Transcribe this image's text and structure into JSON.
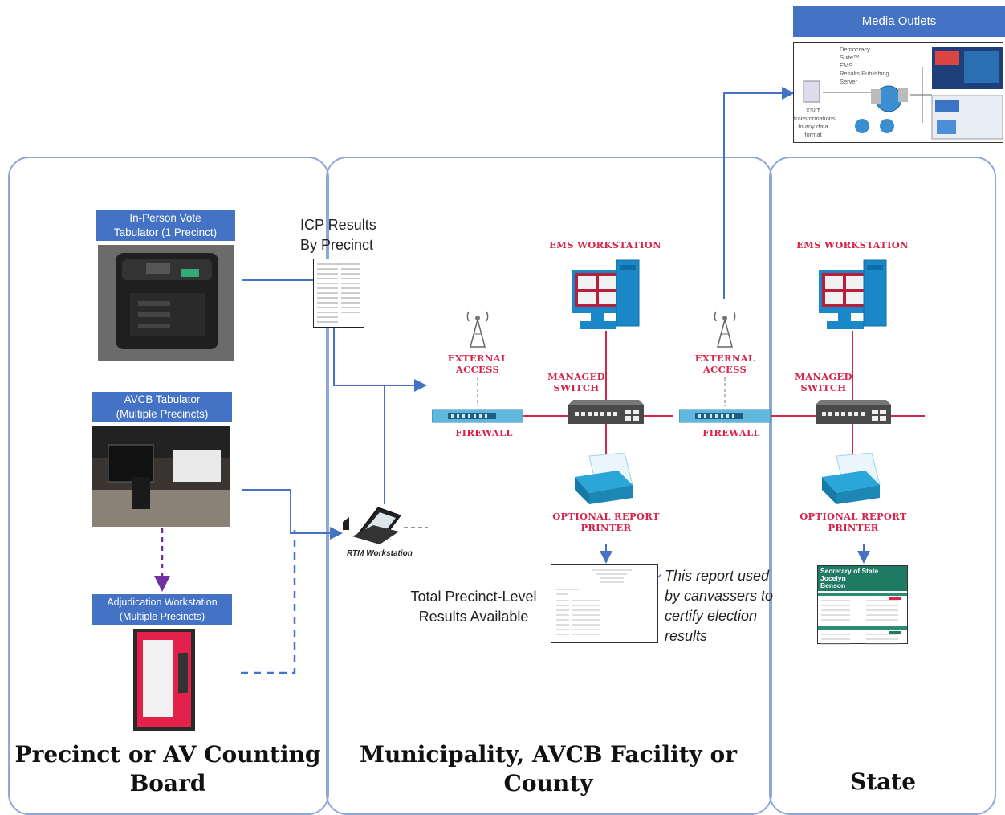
{
  "media": {
    "title": "Media Outlets",
    "diagram_text": "Democracy\nSuite™\nEMS\nResults Publishing\nServer",
    "xslt_text": "XSLT\ntransformations\nto any data\nformat"
  },
  "precinct": {
    "icp_label": "In-Person Vote\nTabulator (1 Precinct)",
    "avcb_label": "AVCB Tabulator\n(Multiple Precincts)",
    "adjudication_label": "Adjudication Workstation\n(Multiple Precincts)",
    "title": "Precinct or AV Counting\nBoard"
  },
  "icp_results": "ICP Results\nBy Precinct",
  "rtm_label": "RTM Workstation",
  "municipality": {
    "ems_label": "EMS WORKSTATION",
    "external_label": "EXTERNAL\nACCESS",
    "managed_label": "MANAGED\nSWITCH",
    "firewall_label": "FIREWALL",
    "printer_label": "OPTIONAL REPORT\nPRINTER",
    "total_text": "Total Precinct-Level\nResults Available",
    "report_note": "This report used\nby canvassers to\ncertify election\nresults",
    "title": "Municipality, AVCB Facility or\nCounty"
  },
  "state": {
    "ems_label": "EMS WORKSTATION",
    "external_label": "EXTERNAL\nACCESS",
    "managed_label": "MANAGED\nSWITCH",
    "firewall_label": "FIREWALL",
    "printer_label": "OPTIONAL REPORT\nPRINTER",
    "report_header": "Secretary of State Jocelyn\nBenson",
    "title": "State"
  },
  "colors": {
    "panel_border": "#8fa7d6",
    "label_blue": "#4472c4",
    "connector_blue": "#4472c4",
    "network_red": "#d6254a",
    "dashed_purple": "#7030a0"
  }
}
